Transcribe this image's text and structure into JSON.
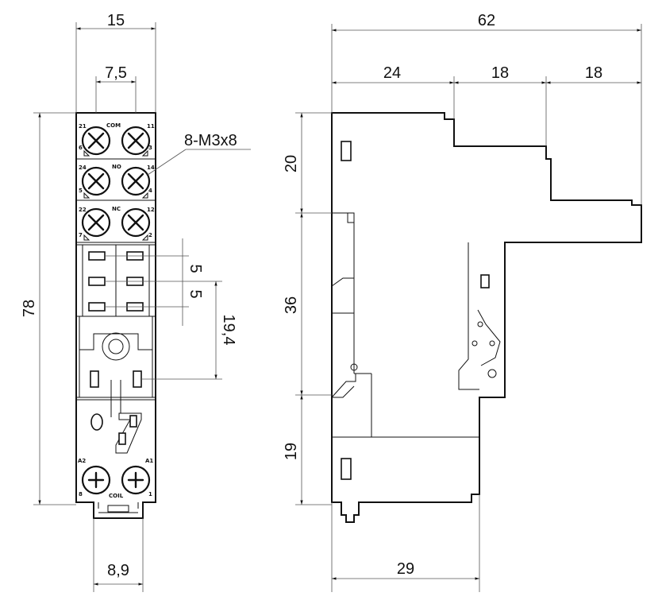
{
  "dimensions": {
    "front_width": "15",
    "front_pitch": "7,5",
    "front_height": "78",
    "screw_spec": "8-M3x8",
    "pin_pitch_1": "5",
    "pin_pitch_2": "5",
    "pin_offset": "19,4",
    "bottom_width": "8,9",
    "side_width": "62",
    "side_seg_1": "24",
    "side_seg_2": "18",
    "side_seg_3": "18",
    "side_h_top": "20",
    "side_h_mid": "36",
    "side_h_bot": "19",
    "side_base": "29"
  },
  "terminals": {
    "row1_left_top": "21",
    "row1_mid": "COM",
    "row1_right_top": "11",
    "row1_left_bot": "6",
    "row1_right_bot": "3",
    "row2_left_top": "24",
    "row2_mid": "NO",
    "row2_right_top": "14",
    "row2_left_bot": "5",
    "row2_right_bot": "4",
    "row3_left_top": "22",
    "row3_mid": "NC",
    "row3_right_top": "12",
    "row3_left_bot": "7",
    "row3_right_bot": "2",
    "coil_left_top": "A2",
    "coil_right_top": "A1",
    "coil_left_bot": "8",
    "coil_mid": "COIL",
    "coil_right_bot": "1"
  },
  "colors": {
    "line": "#111111",
    "background": "#ffffff"
  }
}
